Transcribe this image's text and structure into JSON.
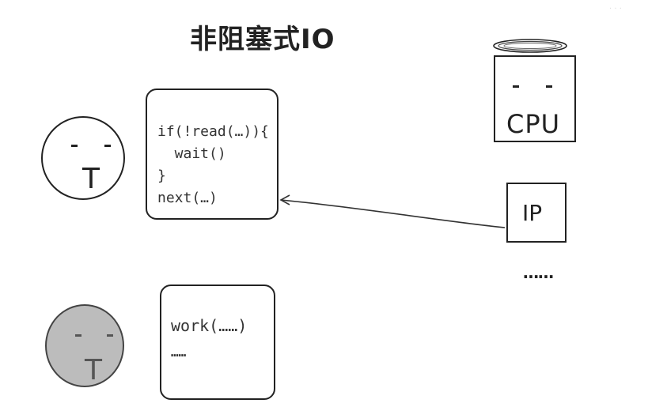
{
  "title": "非阻塞式IO",
  "face_top": {
    "eyes": "-  -",
    "mouth": "T"
  },
  "face_bottom": {
    "eyes": "-  -",
    "mouth": "T"
  },
  "code_box": {
    "lines": [
      "if(!read(…)){",
      "  wait()",
      "}",
      "next(…)"
    ]
  },
  "work_box": {
    "lines": [
      "work(……)",
      "……"
    ]
  },
  "cpu": {
    "eyes": "-  -",
    "label": "CPU"
  },
  "ip": {
    "label": "IP"
  },
  "ellipsis": "……",
  "colors": {
    "ink": "#222222",
    "grey_face": "#bcbcbc"
  }
}
